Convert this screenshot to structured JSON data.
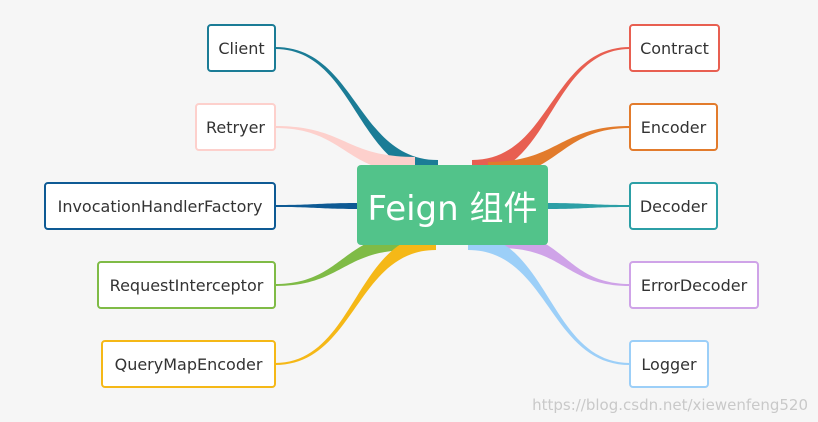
{
  "center": {
    "label": "Feign 组件"
  },
  "left_nodes": [
    {
      "label": "Client",
      "color": "#1b7c96"
    },
    {
      "label": "Retryer",
      "color": "#fdd0cc"
    },
    {
      "label": "InvocationHandlerFactory",
      "color": "#0e5a94"
    },
    {
      "label": "RequestInterceptor",
      "color": "#7fbb46"
    },
    {
      "label": "QueryMapEncoder",
      "color": "#f5b817"
    }
  ],
  "right_nodes": [
    {
      "label": "Contract",
      "color": "#e85f51"
    },
    {
      "label": "Encoder",
      "color": "#e27b2c"
    },
    {
      "label": "Decoder",
      "color": "#2c9fa6"
    },
    {
      "label": "ErrorDecoder",
      "color": "#cfa3e8"
    },
    {
      "label": "Logger",
      "color": "#9ccff8"
    }
  ],
  "center_color": "#52c38a",
  "watermark": "https://blog.csdn.net/xiewenfeng520"
}
